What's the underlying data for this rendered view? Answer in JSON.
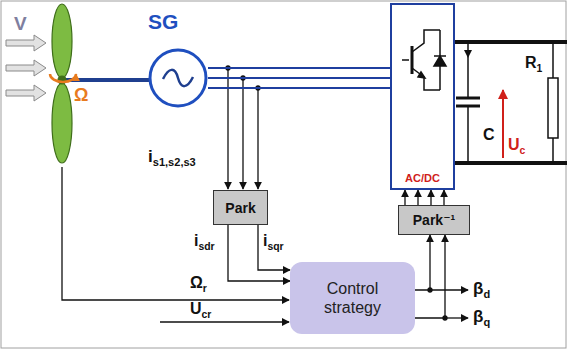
{
  "diagram": {
    "nodes": [
      {
        "text": [
          "SG"
        ]
      },
      {
        "text": [
          "AC/DC"
        ]
      },
      {
        "text": [
          "Park"
        ]
      },
      {
        "text": [
          "Park⁻¹"
        ]
      },
      {
        "text": [
          "Control strategy"
        ]
      }
    ],
    "edges": [
      {
        "from": 0,
        "to": 1,
        "arrow": "none"
      },
      {
        "from": 0,
        "to": 1,
        "arrow": "none"
      },
      {
        "from": 0,
        "to": 1,
        "arrow": "none"
      },
      {
        "from": 2,
        "to": 4,
        "arrow": "to"
      },
      {
        "from": 2,
        "to": 4,
        "arrow": "to"
      },
      {
        "from": 4,
        "to": 3,
        "arrow": "to"
      },
      {
        "from": 4,
        "to": 3,
        "arrow": "to"
      },
      {
        "from": 3,
        "to": 1,
        "arrow": "to"
      },
      {
        "from": 3,
        "to": 1,
        "arrow": "to"
      },
      {
        "from": 3,
        "to": 1,
        "arrow": "to"
      },
      {
        "from": 3,
        "to": 1,
        "arrow": "to"
      }
    ],
    "labels": [
      "V",
      "Ω",
      "i",
      "s1,s2,s3",
      "i",
      "sdr",
      "i",
      "sqr",
      "Ω",
      "r",
      "U",
      "cr",
      "β",
      "d",
      "β",
      "q",
      "C",
      "U",
      "c",
      "R",
      "1"
    ]
  }
}
